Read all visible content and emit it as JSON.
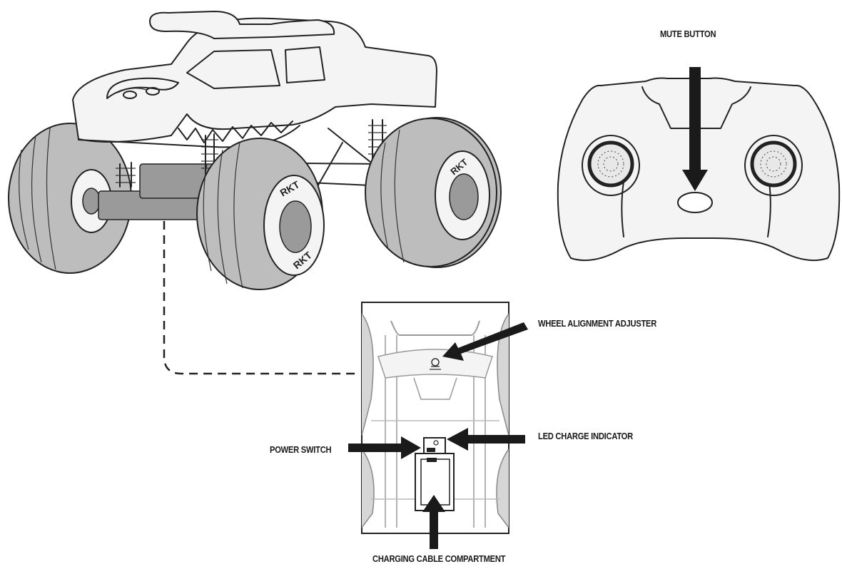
{
  "labels": {
    "mute_button": "MUTE BUTTON",
    "wheel_alignment_adjuster": "WHEEL ALIGNMENT ADJUSTER",
    "led_charge_indicator": "LED CHARGE INDICATOR",
    "power_switch": "POWER SWITCH",
    "charging_cable_compartment": "CHARGING CABLE COMPARTMENT"
  },
  "tire_markings": [
    "RKT",
    "RKT",
    "RKT"
  ],
  "colors": {
    "line": "#222222",
    "tire_fill": "#bdbdbd",
    "arrow": "#1a1a1a",
    "background": "#ffffff"
  }
}
